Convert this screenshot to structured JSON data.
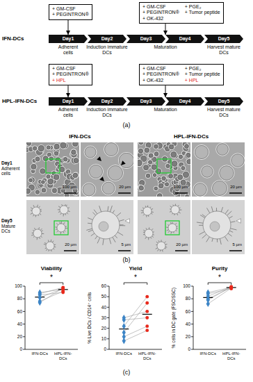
{
  "diagram": {
    "nodes": [
      {
        "text": [
          "+ GM-CSF",
          "+ PEGINTRON®"
        ]
      },
      {
        "text": [
          "+ GM-CSF",
          "+ PEGINTRON®",
          "+ OK-432",
          "+ PGE₂",
          "+ Tumor peptide"
        ]
      },
      {
        "text": [
          "Day1"
        ]
      },
      {
        "text": [
          "Day2"
        ]
      },
      {
        "text": [
          "Day3"
        ]
      },
      {
        "text": [
          "Day4"
        ]
      },
      {
        "text": [
          "Day5"
        ]
      },
      {
        "text": [
          "+ GM-CSF",
          "+ PEGINTRON®",
          "+ HPL"
        ]
      },
      {
        "text": [
          "+ GM-CSF",
          "+ PEGINTRON®",
          "+ OK-432",
          "+ PGE₂",
          "+ Tumor peptide",
          "+ HPL"
        ]
      },
      {
        "text": [
          "Day1"
        ]
      },
      {
        "text": [
          "Day2"
        ]
      },
      {
        "text": [
          "Day3"
        ]
      },
      {
        "text": [
          "Day4"
        ]
      },
      {
        "text": [
          "Day5"
        ]
      }
    ],
    "edges": [
      {
        "from": 0,
        "to": 2,
        "arrow": "to"
      },
      {
        "from": 1,
        "to": 5,
        "arrow": "to"
      },
      {
        "from": 7,
        "to": 9,
        "arrow": "to"
      },
      {
        "from": 8,
        "to": 12,
        "arrow": "to"
      }
    ],
    "labels": [
      "IFN-DCs",
      "Adherent cells",
      "Induction immature DCs",
      "Maturation",
      "Harvest mature DCs",
      "HPL-IFN-DCs",
      "Adherent cells",
      "Induction immature DCs",
      "Maturation",
      "Harvest mature DCs",
      "(a)",
      "IFN-DCs",
      "HPL-IFN-DCs",
      "Day1",
      "Adherent cells",
      "Day5",
      "Mature DCs",
      "100 µm",
      "20 µm",
      "100 µm",
      "20 µm",
      "20 µm",
      "5 µm",
      "20 µm",
      "5 µm",
      "(b)",
      "Viability",
      "*",
      "0",
      "20",
      "40",
      "60",
      "80",
      "100",
      "IFN-DCs",
      "HPL-IFN-DCs",
      "Yield",
      "*",
      "% Live DCs / CD14⁺ cells",
      "0",
      "10",
      "20",
      "30",
      "40",
      "50",
      "60",
      "IFN-DCs",
      "HPL-IFN-DCs",
      "Purity",
      "*",
      "% cells in DC gate (FSC/SSC)",
      "0",
      "20",
      "40",
      "60",
      "80",
      "100",
      "IFN-DCs",
      "HPL-IFN-DCs",
      "(c)"
    ]
  }
}
